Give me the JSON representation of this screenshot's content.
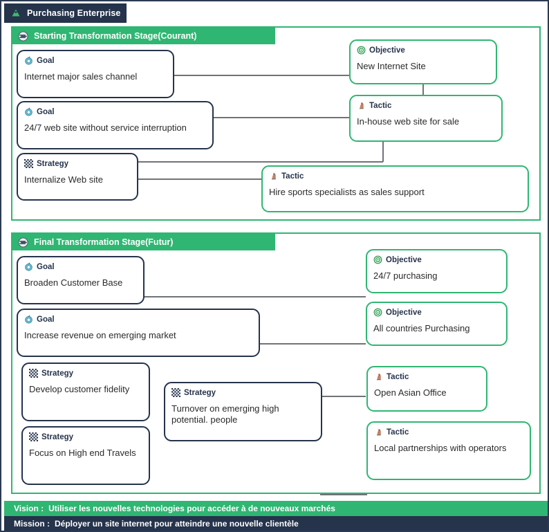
{
  "app": {
    "title": "Purchasing Enterprise",
    "title_icon": "green-triangle-icon",
    "frame_border_color": "#2b3a52",
    "accent_green": "#2fb672",
    "accent_navy": "#25334b",
    "connector_color": "#6f7277"
  },
  "stages": [
    {
      "id": "starting",
      "header_icon": "stage-disc-icon",
      "header": "Starting Transformation Stage(Courant)",
      "nodes": [
        {
          "id": "s1-goal-1",
          "type": "Goal",
          "icon": "goal-target-icon",
          "text": "Internet major sales channel",
          "border": "dark"
        },
        {
          "id": "s1-goal-2",
          "type": "Goal",
          "icon": "goal-target-icon",
          "text": "24/7 web site without service interruption",
          "border": "dark"
        },
        {
          "id": "s1-strategy-1",
          "type": "Strategy",
          "icon": "strategy-board-icon",
          "text": "Internalize Web site",
          "border": "dark"
        },
        {
          "id": "s1-objective-1",
          "type": "Objective",
          "icon": "objective-ring-icon",
          "text": "New Internet Site",
          "border": "green"
        },
        {
          "id": "s1-tactic-1",
          "type": "Tactic",
          "icon": "tactic-knight-icon",
          "text": "In-house web site for sale",
          "border": "green"
        },
        {
          "id": "s1-tactic-2",
          "type": "Tactic",
          "icon": "tactic-knight-icon",
          "text": "Hire sports specialists as sales support",
          "border": "green"
        }
      ]
    },
    {
      "id": "final",
      "header_icon": "stage-disc-icon",
      "header": "Final Transformation Stage(Futur)",
      "nodes": [
        {
          "id": "s2-goal-1",
          "type": "Goal",
          "icon": "goal-target-icon",
          "text": "Broaden Customer Base",
          "border": "dark"
        },
        {
          "id": "s2-goal-2",
          "type": "Goal",
          "icon": "goal-target-icon",
          "text": "Increase revenue on emerging market",
          "border": "dark"
        },
        {
          "id": "s2-strategy-1",
          "type": "Strategy",
          "icon": "strategy-board-icon",
          "text": "Develop customer fidelity",
          "border": "dark"
        },
        {
          "id": "s2-strategy-2",
          "type": "Strategy",
          "icon": "strategy-board-icon",
          "text": "Focus on High end Travels",
          "border": "dark"
        },
        {
          "id": "s2-strategy-3",
          "type": "Strategy",
          "icon": "strategy-board-icon",
          "text": "Turnover on emerging high potential. people",
          "border": "dark"
        },
        {
          "id": "s2-objective-1",
          "type": "Objective",
          "icon": "objective-ring-icon",
          "text": "24/7 purchasing",
          "border": "green"
        },
        {
          "id": "s2-objective-2",
          "type": "Objective",
          "icon": "objective-ring-icon",
          "text": "All countries Purchasing",
          "border": "green"
        },
        {
          "id": "s2-tactic-1",
          "type": "Tactic",
          "icon": "tactic-knight-icon",
          "text": "Open Asian Office",
          "border": "green"
        },
        {
          "id": "s2-tactic-2",
          "type": "Tactic",
          "icon": "tactic-knight-icon",
          "text": "Local partnerships with operators",
          "border": "green"
        }
      ]
    }
  ],
  "footer": {
    "vision_key": "Vision :",
    "vision_value": "Utiliser les nouvelles technologies pour accéder à de nouveaux marchés",
    "mission_key": "Mission :",
    "mission_value": "Déployer un site internet pour atteindre une nouvelle clientèle"
  }
}
